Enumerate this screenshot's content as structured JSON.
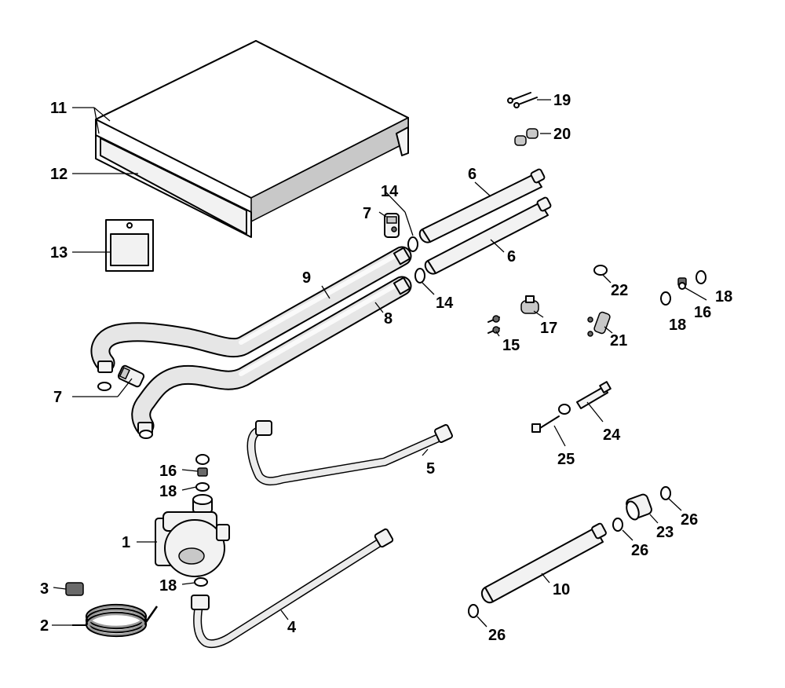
{
  "diagram": {
    "labels": {
      "n1": "1",
      "n2": "2",
      "n3": "3",
      "n4": "4",
      "n5": "5",
      "n6a": "6",
      "n6b": "6",
      "n7a": "7",
      "n7b": "7",
      "n8": "8",
      "n9": "9",
      "n10": "10",
      "n11": "11",
      "n12": "12",
      "n13": "13",
      "n14a": "14",
      "n14b": "14",
      "n15": "15",
      "n16a": "16",
      "n16b": "16",
      "n17": "17",
      "n18a": "18",
      "n18b": "18",
      "n18c": "18",
      "n18d": "18",
      "n19": "19",
      "n20": "20",
      "n21": "21",
      "n22": "22",
      "n23": "23",
      "n24": "24",
      "n25": "25",
      "n26a": "26",
      "n26b": "26",
      "n26c": "26"
    }
  }
}
